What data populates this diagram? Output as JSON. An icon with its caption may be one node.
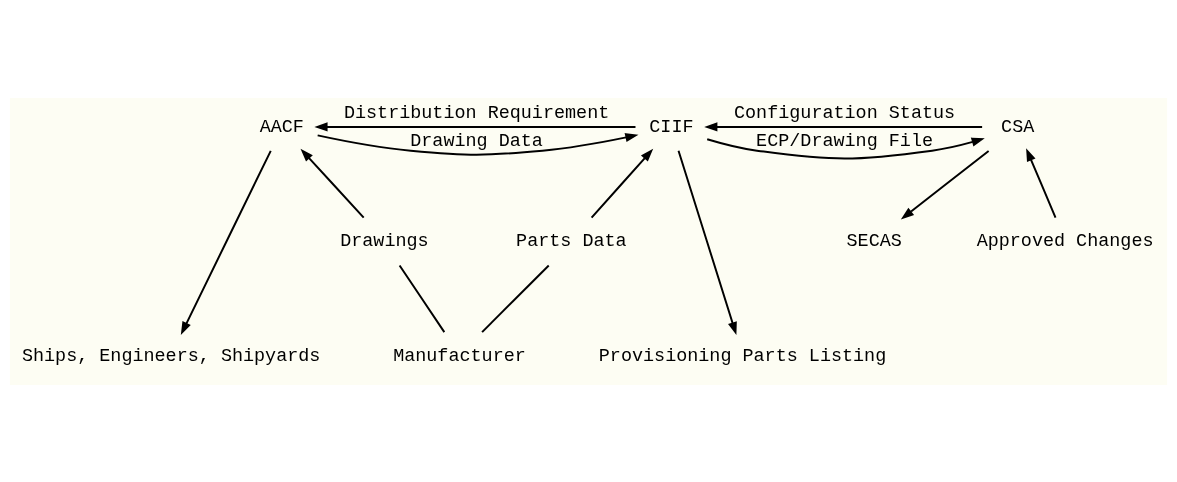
{
  "diagram": {
    "nodes": [
      {
        "text": [
          "AACF"
        ]
      },
      {
        "text": [
          "CIIF"
        ]
      },
      {
        "text": [
          "CSA"
        ]
      },
      {
        "text": [
          "Drawings"
        ]
      },
      {
        "text": [
          "Parts Data"
        ]
      },
      {
        "text": [
          "Manufacturer"
        ]
      },
      {
        "text": [
          "SECAS"
        ]
      },
      {
        "text": [
          "Approved Changes"
        ]
      },
      {
        "text": [
          "Ships, Engineers, Shipyards"
        ]
      },
      {
        "text": [
          "Provisioning Parts Listing"
        ]
      }
    ],
    "edges": [
      {
        "from": 1,
        "to": 0,
        "arrow": "to",
        "label": "Distribution Requirement"
      },
      {
        "from": 0,
        "to": 1,
        "arrow": "to",
        "label": "Drawing Data"
      },
      {
        "from": 1,
        "to": 2,
        "arrow": "to",
        "label": "ECP/Drawing File"
      },
      {
        "from": 2,
        "to": 1,
        "arrow": "to",
        "label": "Configuration Status"
      },
      {
        "from": 3,
        "to": 0,
        "arrow": "to"
      },
      {
        "from": 5,
        "to": 3,
        "arrow": "none"
      },
      {
        "from": 5,
        "to": 4,
        "arrow": "none"
      },
      {
        "from": 4,
        "to": 1,
        "arrow": "to"
      },
      {
        "from": 0,
        "to": 8,
        "arrow": "to"
      },
      {
        "from": 1,
        "to": 9,
        "arrow": "to"
      },
      {
        "from": 2,
        "to": 6,
        "arrow": "to"
      },
      {
        "from": 7,
        "to": 2,
        "arrow": "to"
      }
    ]
  }
}
